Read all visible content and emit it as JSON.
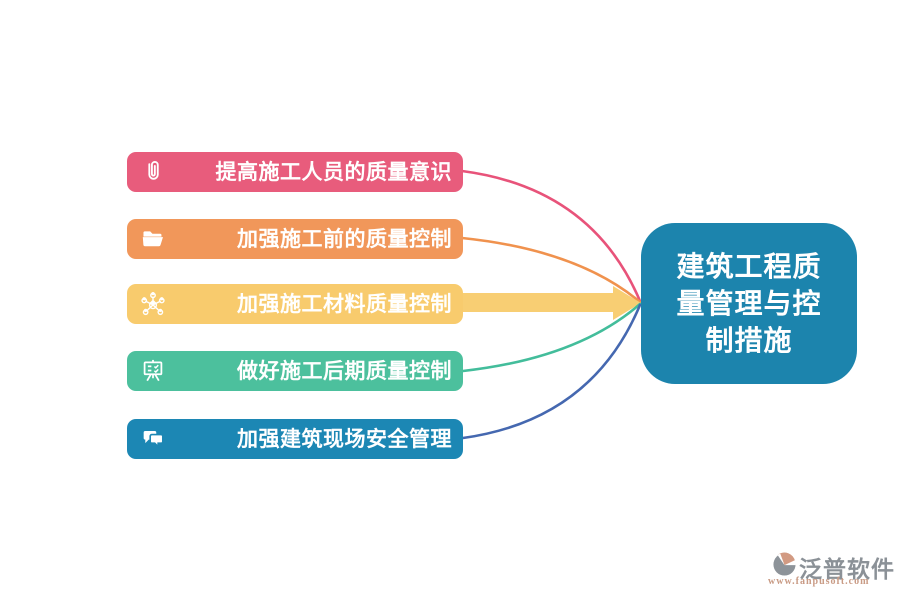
{
  "diagram": {
    "center": {
      "label": "建筑工程质量管理与控制措施",
      "color": "#1c84ad",
      "text_color": "#ffffff"
    },
    "items": [
      {
        "label": "提高施工人员的质量意识",
        "icon": "paperclip-icon",
        "color": "#e85c7c",
        "line_color": "#e8537a"
      },
      {
        "label": "加强施工前的质量控制",
        "icon": "open-folder-icon",
        "color": "#f1975a",
        "line_color": "#f0924e"
      },
      {
        "label": "加强施工材料质量控制",
        "icon": "people-network-icon",
        "color": "#f8cb6d",
        "line_color": "#f8ce73"
      },
      {
        "label": "做好施工后期质量控制",
        "icon": "presentation-board-icon",
        "color": "#4cc09d",
        "line_color": "#43bd9b"
      },
      {
        "label": "加强建筑现场安全管理",
        "icon": "chat-bubbles-icon",
        "color": "#1c87b4",
        "line_color": "#4568b0"
      }
    ]
  },
  "watermark": {
    "brand": "泛普软件",
    "url": "www.fanpusoft.com",
    "brand_color": "#8b9197",
    "url_color": "#c99b85"
  }
}
